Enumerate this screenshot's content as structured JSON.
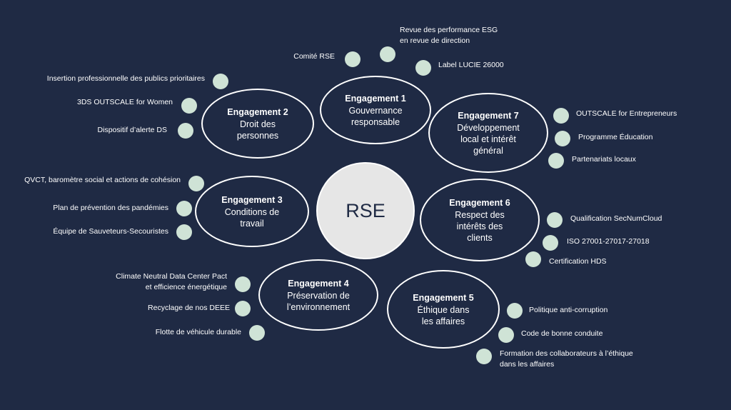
{
  "center": {
    "label": "RSE"
  },
  "engagements": [
    {
      "title": "Engagement 1",
      "subtitle": "Gouvernance\nresponsable"
    },
    {
      "title": "Engagement 2",
      "subtitle": "Droit des\npersonnes"
    },
    {
      "title": "Engagement 3",
      "subtitle": "Conditions de\ntravail"
    },
    {
      "title": "Engagement 4",
      "subtitle": "Préservation de\nl’environnement"
    },
    {
      "title": "Engagement 5",
      "subtitle": "Éthique dans\nles affaires"
    },
    {
      "title": "Engagement 6",
      "subtitle": "Respect des\nintérêts des\nclients"
    },
    {
      "title": "Engagement 7",
      "subtitle": "Développement\nlocal et intérêt\ngénéral"
    }
  ],
  "items": [
    "Comité RSE",
    "Revue des performance ESG\nen revue de direction",
    "Label LUCIE 26000",
    "Insertion professionnelle des publics prioritaires",
    "3DS OUTSCALE for Women",
    "Dispositif d’alerte DS",
    "QVCT, baromètre social et actions de cohésion",
    "Plan de prévention des pandémies",
    "Équipe de Sauveteurs-Secouristes",
    "Climate Neutral Data Center Pact\net efficience énergétique",
    "Recyclage de nos DEEE",
    "Flotte de véhicule durable",
    "Politique anti-corruption",
    "Code de bonne conduite",
    "Formation des collaborateurs à l’éthique\ndans les affaires",
    "Qualification SecNumCloud",
    "ISO 27001-27017-27018",
    "Certification HDS",
    "OUTSCALE for Entrepreneurs",
    "Programme Éducation",
    "Partenariats locaux"
  ],
  "colors": {
    "background": "#1f2a44",
    "dot": "#cfe3d6",
    "center": "#e6e6e6",
    "outline": "#ffffff"
  }
}
